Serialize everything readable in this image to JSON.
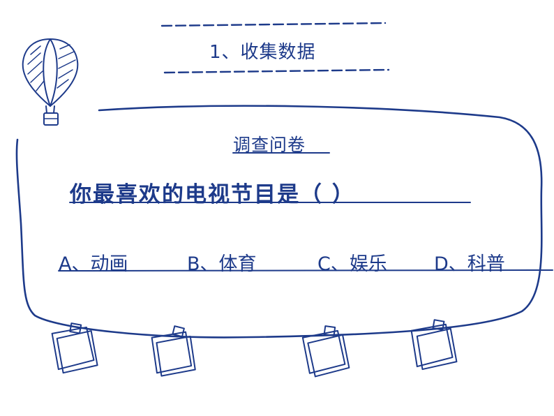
{
  "colors": {
    "ink": "#1d3a8a"
  },
  "section_title": "1、收集数据",
  "survey": {
    "heading": "调查问卷",
    "question": "你最喜欢的电视节目是（      ）",
    "options": [
      {
        "letter": "A",
        "text": "A、动画"
      },
      {
        "letter": "B",
        "text": "B、体育"
      },
      {
        "letter": "C",
        "text": "C、娱乐"
      },
      {
        "letter": "D",
        "text": "D、科普"
      }
    ]
  },
  "icons": [
    "hot-air-balloon-icon",
    "pinned-note-icon"
  ]
}
